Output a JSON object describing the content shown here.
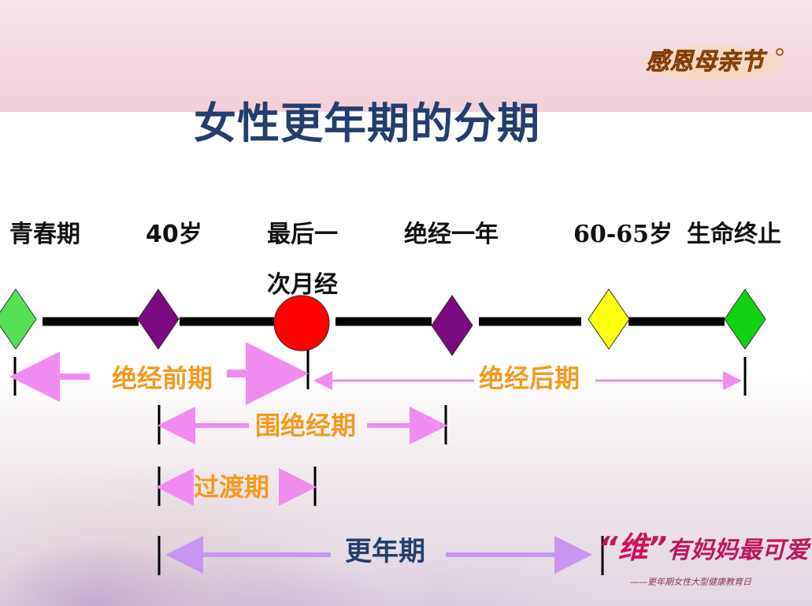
{
  "title": "女性更年期的分期",
  "logo": {
    "text": "感恩母亲节"
  },
  "timeline": {
    "labels": [
      "青春期",
      "40岁",
      "最后一次月经",
      "绝经一年",
      "60-65岁",
      "生命终止"
    ]
  },
  "markers": [
    {
      "shape": "diamond",
      "color": "#55e055"
    },
    {
      "shape": "diamond",
      "color": "#7a0a80"
    },
    {
      "shape": "circle",
      "color": "#ff0000"
    },
    {
      "shape": "diamond",
      "color": "#7a0a80"
    },
    {
      "shape": "diamond",
      "color": "#ffff10"
    },
    {
      "shape": "diamond",
      "color": "#12d012"
    }
  ],
  "periods": {
    "premenopause": "绝经前期",
    "postmenopause": "绝经后期",
    "perimenopause": "围绝经期",
    "transition": "过渡期",
    "climacteric": "更年期"
  },
  "colors": {
    "title": "#233e6e",
    "period_text": "#f39a1e",
    "arrow_pink": "#f08cf0",
    "arrow_lilac": "#c896f0",
    "slogan": "#c0165a"
  },
  "slogan": {
    "quote_open": "“",
    "highlight": "维",
    "quote_close": "”",
    "rest": "有妈妈最可爱",
    "sub": "——更年期女性大型健康教育日"
  }
}
